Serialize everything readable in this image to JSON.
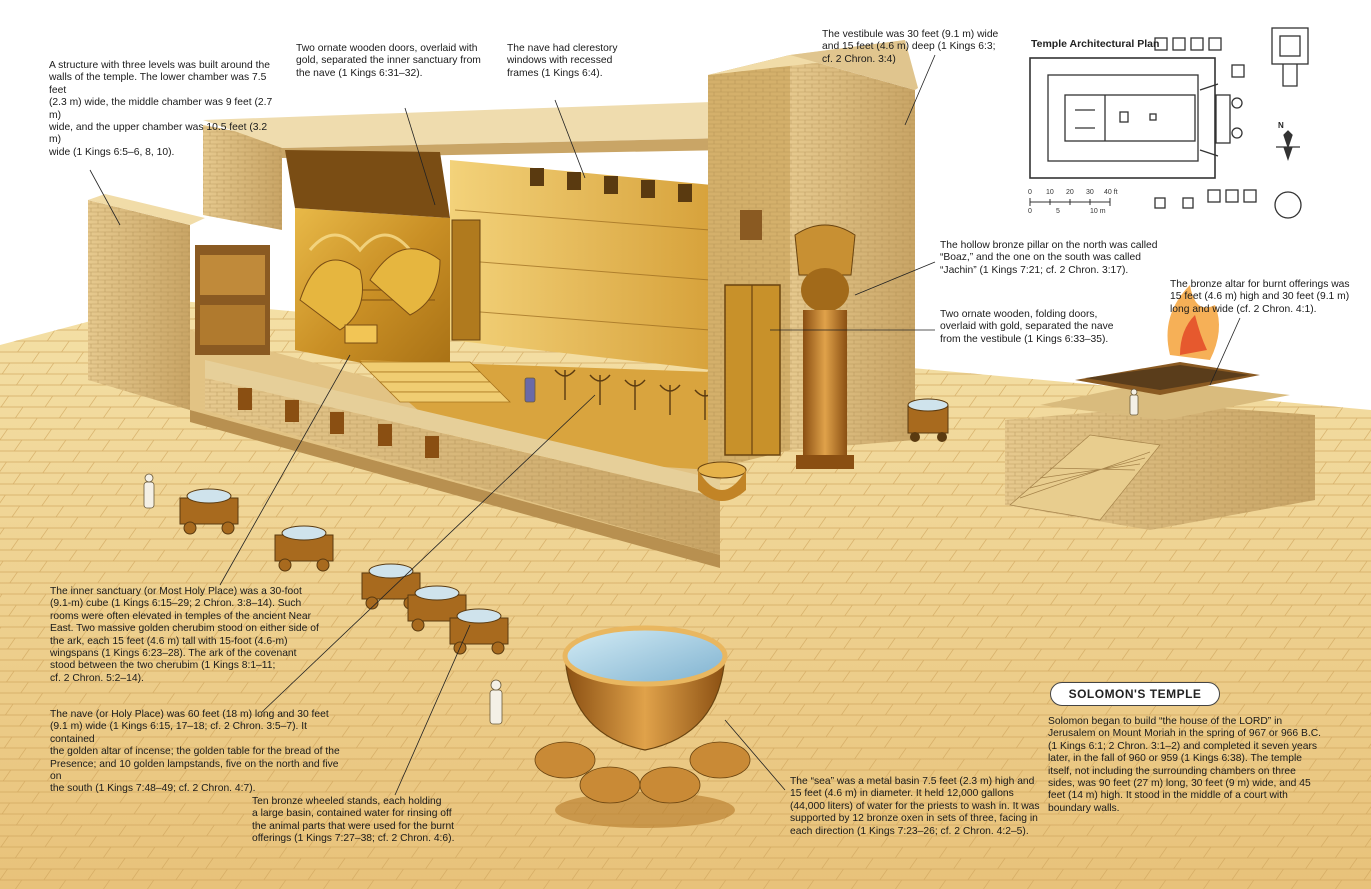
{
  "annotations": {
    "side_chambers": "A structure with three levels was built around the\nwalls of the temple. The lower chamber was 7.5 feet\n(2.3 m) wide, the middle chamber was 9 feet (2.7 m)\nwide, and the upper chamber was 10.5 feet (3.2 m)\nwide (1 Kings 6:5–6, 8, 10).",
    "inner_doors": "Two ornate wooden doors, overlaid with\ngold, separated the inner sanctuary from\nthe nave (1 Kings 6:31–32).",
    "clerestory": "The nave had clerestory\nwindows with recessed\nframes (1 Kings 6:4).",
    "vestibule": "The vestibule was 30 feet (9.1 m) wide\nand 15 feet (4.6 m) deep (1 Kings 6:3;\ncf. 2 Chron. 3:4)",
    "pillars": "The hollow bronze pillar on the north was called\n“Boaz,” and the one on the south was called\n“Jachin” (1 Kings 7:21; cf. 2 Chron. 3:17).",
    "folding_doors": "Two ornate wooden, folding doors,\noverlaid with gold, separated the nave\nfrom the vestibule (1 Kings 6:33–35).",
    "altar": "The bronze altar for burnt offerings was\n15 feet (4.6 m) high and 30 feet (9.1 m)\nlong and wide (cf. 2 Chron. 4:1).",
    "inner_sanctuary": "The inner sanctuary (or Most Holy Place) was a 30-foot\n(9.1-m) cube (1 Kings 6:15–29; 2 Chron. 3:8–14). Such\nrooms were often elevated in temples of the ancient Near\nEast. Two massive golden cherubim stood on either side of\nthe ark, each 15 feet (4.6 m) tall with 15-foot (4.6-m)\nwingspans (1 Kings 6:23–28). The ark of the covenant\nstood between the two cherubim (1 Kings 8:1–11;\ncf. 2 Chron. 5:2–14).",
    "nave": "The nave (or Holy Place) was 60 feet (18 m) long and 30 feet\n(9.1 m) wide (1 Kings 6:15, 17–18; cf. 2 Chron. 3:5–7). It contained\nthe golden altar of incense; the golden table for the bread of the\nPresence; and 10 golden lampstands, five on the north and five on\nthe south (1 Kings 7:48–49; cf. 2 Chron. 4:7).",
    "stands": "Ten bronze wheeled stands, each holding\na large basin, contained water for rinsing off\nthe animal parts that were used for the burnt\nofferings (1 Kings 7:27–38; cf. 2 Chron. 4:6).",
    "sea": "The “sea” was a metal basin 7.5 feet (2.3 m) high and\n15 feet (4.6 m) in diameter. It held 12,000 gallons\n(44,000 liters) of water for the priests to wash in. It was\nsupported by 12 bronze oxen in sets of three, facing in\neach direction (1 Kings 7:23–26; cf. 2 Chron. 4:2–5)."
  },
  "plan": {
    "title": "Temple Architectural Plan",
    "scale_ft": [
      "0",
      "10",
      "20",
      "30",
      "40 ft"
    ],
    "scale_m": [
      "0",
      "5",
      "10 m"
    ],
    "north": "N"
  },
  "badge": "SOLOMON'S TEMPLE",
  "summary": "Solomon began to build “the house of the LORD” in Jerusalem on Mount Moriah in the spring of 967 or 966 B.C. (1 Kings 6:1; 2 Chron. 3:1–2) and completed it seven years later, in the fall of 960 or 959 (1 Kings 6:38). The temple itself, not including the surrounding chambers on three sides, was 90 feet (27 m) long, 30 feet (9 m) wide, and 45 feet (14 m) high. It stood in the middle of a court with boundary walls.",
  "colors": {
    "gold": "#c9972f",
    "stone": "#d9b878",
    "pavement": "#f0d48c",
    "water": "#9fc7df",
    "bronze": "#b8741f"
  }
}
